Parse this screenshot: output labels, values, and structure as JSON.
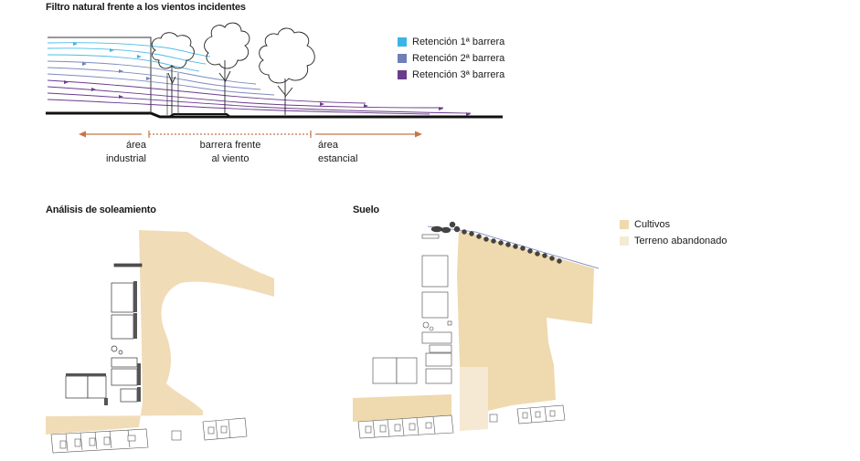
{
  "section1": {
    "title": "Filtro natural frente a los vientos incidentes",
    "legend": [
      {
        "label": "Retención 1ª barrera",
        "color": "#3bb4e6"
      },
      {
        "label": "Retención 2ª barrera",
        "color": "#6f7fb8"
      },
      {
        "label": "Retención 3ª barrera",
        "color": "#6b3b8c"
      }
    ],
    "zones": {
      "industrial_line1": "área",
      "industrial_line2": "industrial",
      "barrier_line1": "barrera frente",
      "barrier_line2": "al viento",
      "estancial_line1": "área",
      "estancial_line2": "estancial"
    },
    "arrow_color": "#c8744a"
  },
  "section2": {
    "title": "Análisis de soleamiento",
    "fill_color": "#f1dcb8"
  },
  "section3": {
    "title": "Suelo",
    "legend": [
      {
        "label": "Cultivos",
        "color": "#efd9ae"
      },
      {
        "label": "Terreno abandonado",
        "color": "#f6e9d4"
      }
    ]
  }
}
